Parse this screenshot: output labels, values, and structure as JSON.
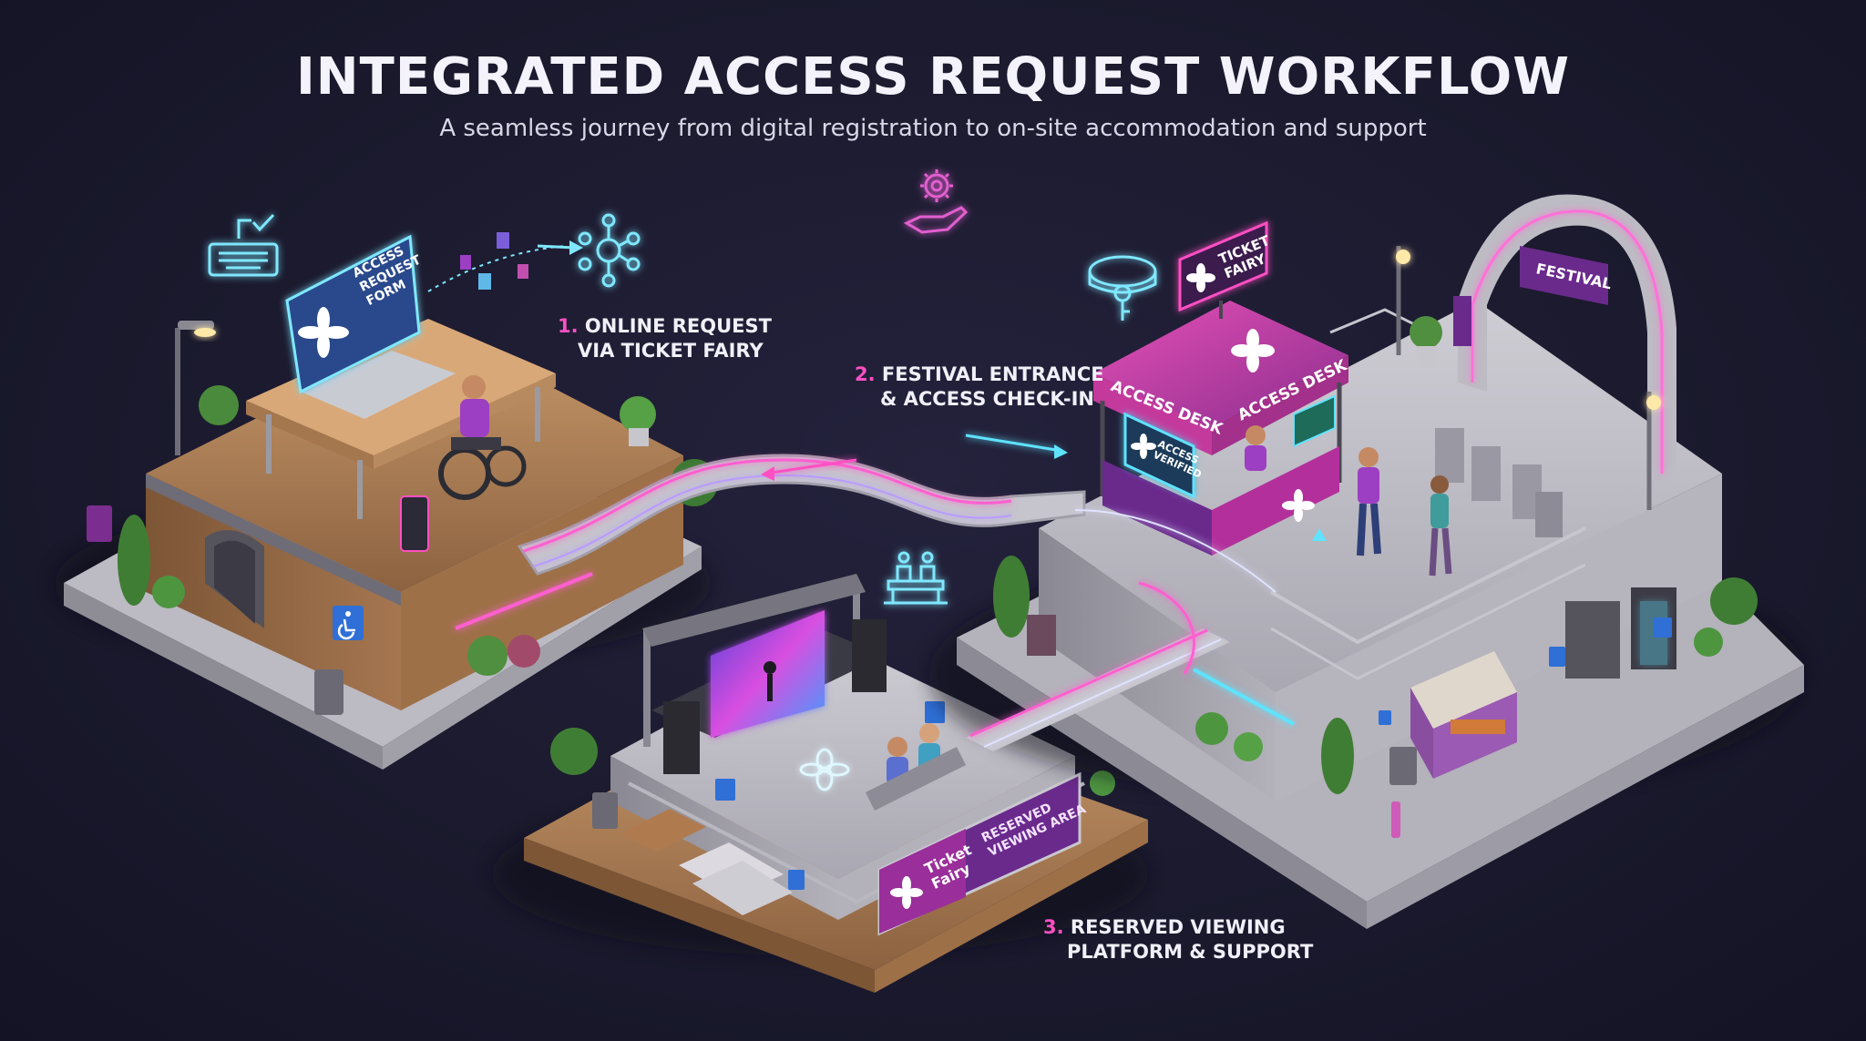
{
  "header": {
    "title": "INTEGRATED ACCESS REQUEST WORKFLOW",
    "subtitle": "A seamless journey from digital registration to on-site accommodation and support"
  },
  "steps": [
    {
      "number": "1.",
      "line1": "ONLINE REQUEST",
      "line2": "VIA TICKET FAIRY"
    },
    {
      "number": "2.",
      "line1": "FESTIVAL ENTRANCE",
      "line2": "& ACCESS CHECK-IN"
    },
    {
      "number": "3.",
      "line1": "RESERVED VIEWING",
      "line2": "PLATFORM & SUPPORT"
    }
  ],
  "laptop_screen": {
    "line1": "ACCESS",
    "line2": "REQUEST",
    "line3": "FORM"
  },
  "signs": {
    "ticket_fairy": {
      "line1": "TICKET",
      "line2": "FAIRY"
    },
    "access_desk": "ACCESS DESK",
    "access_desk_front": "ACCESS DESK",
    "access_verified": {
      "line1": "ACCESS",
      "line2": "VERIFIED"
    },
    "festival_arch": "FESTIVAL",
    "banner_brand": {
      "line1": "Ticket",
      "line2": "Fairy"
    },
    "banner_area": {
      "line1": "RESERVED",
      "line2": "VIEWING AREA"
    }
  },
  "icons": [
    "keyboard-check-icon",
    "network-icon",
    "gear-hand-icon",
    "wristband-icon",
    "viewing-platform-icon",
    "wheelchair-icon"
  ],
  "colors": {
    "accent_pink": "#ff4fc3",
    "accent_cyan": "#5fe3ff",
    "brand_purple": "#6a2a8c",
    "background": "#1b1a2e"
  }
}
